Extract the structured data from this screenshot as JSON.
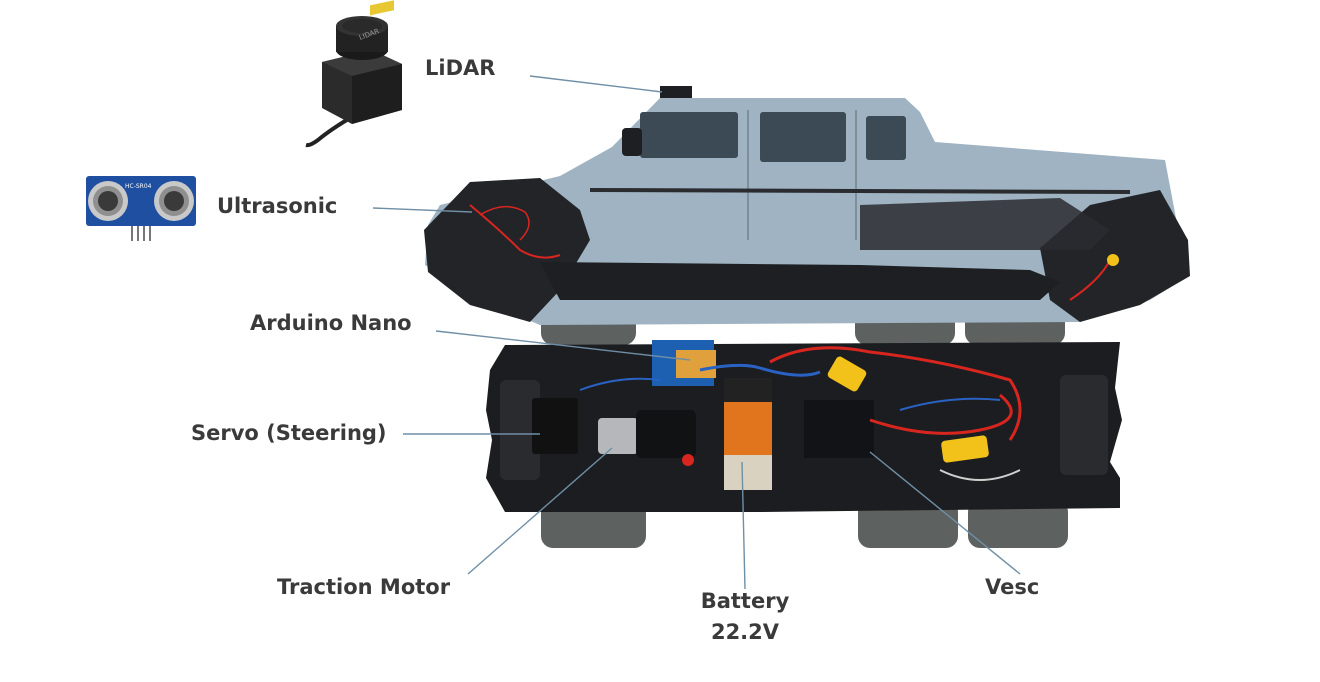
{
  "labels": {
    "lidar": "LiDAR",
    "ultrasonic": "Ultrasonic",
    "arduino_nano": "Arduino Nano",
    "servo": "Servo (Steering)",
    "traction_motor": "Traction Motor",
    "battery_line1": "Battery",
    "battery_line2": "22.2V",
    "vesc": "Vesc"
  },
  "components_text": {
    "sensor_model": "HC-SR04",
    "lidar_badge": "LIDAR"
  },
  "colors": {
    "label_text": "#3a3a3a",
    "leader_line": "#6f8fa6",
    "body_blue": "#9fb3c2",
    "chassis_black": "#1c1d20",
    "tire": "#5d6160",
    "sensor_board": "#1e4fa0",
    "lidar_yellow": "#e8c832",
    "battery_orange": "#e0751e",
    "connector_yellow": "#f2c21b",
    "wire_red": "#d8261f",
    "wire_blue": "#2a62c4"
  }
}
